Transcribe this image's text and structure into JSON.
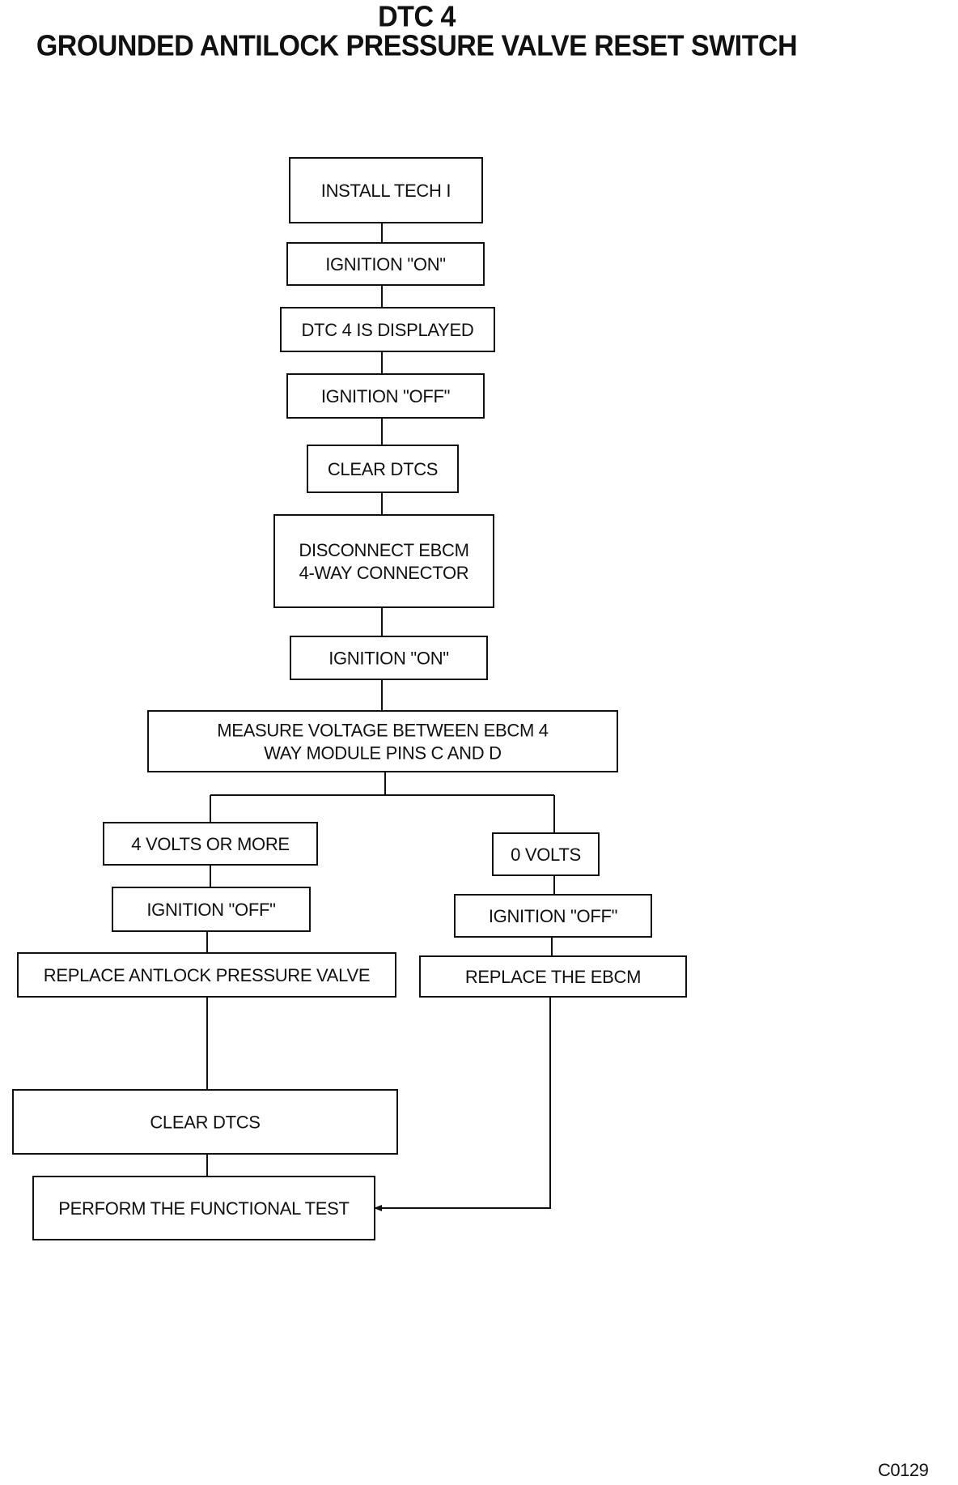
{
  "title": {
    "line1": "DTC 4",
    "line2": "GROUNDED ANTILOCK PRESSURE VALVE RESET SWITCH"
  },
  "figure_id": "C0129",
  "steps": {
    "install_tech": [
      "INSTALL TECH I"
    ],
    "ignition_on_1": [
      "IGNITION \"ON\""
    ],
    "dtc_displayed": [
      "DTC 4 IS DISPLAYED"
    ],
    "ignition_off_1": [
      "IGNITION \"OFF\""
    ],
    "clear_dtcs_1": [
      "CLEAR DTCS"
    ],
    "disconnect_ebcm": [
      "DISCONNECT EBCM",
      "4-WAY CONNECTOR"
    ],
    "ignition_on_2": [
      "IGNITION \"ON\""
    ],
    "measure_voltage": [
      "MEASURE VOLTAGE BETWEEN EBCM 4",
      "WAY MODULE PINS C AND D"
    ],
    "four_volts": [
      "4 VOLTS OR MORE"
    ],
    "zero_volts": [
      "0 VOLTS"
    ],
    "ignition_off_left": [
      "IGNITION \"OFF\""
    ],
    "ignition_off_right": [
      "IGNITION \"OFF\""
    ],
    "replace_valve": [
      "REPLACE ANTLOCK PRESSURE VALVE"
    ],
    "replace_ebcm": [
      "REPLACE THE EBCM"
    ],
    "clear_dtcs_2": [
      "CLEAR DTCS"
    ],
    "functional_test": [
      "PERFORM THE FUNCTIONAL TEST"
    ]
  }
}
